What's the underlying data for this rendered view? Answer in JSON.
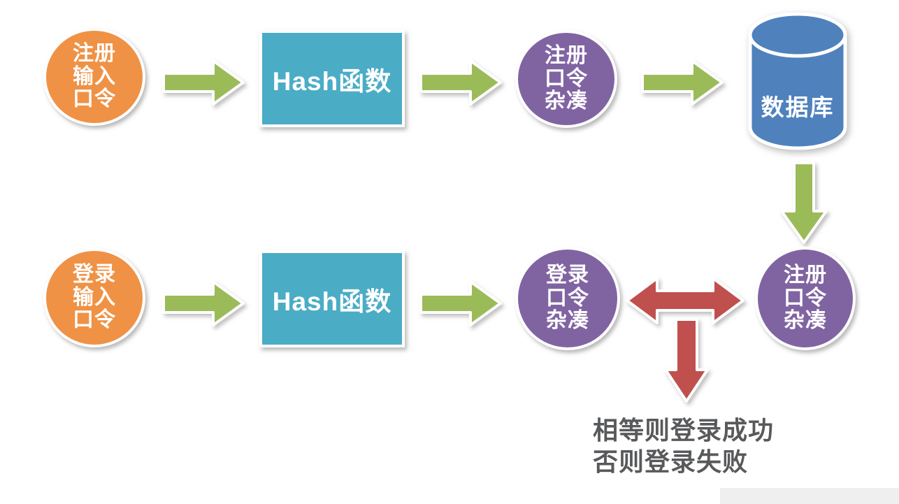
{
  "nodes": {
    "register_input": {
      "lines": [
        "注册",
        "输入",
        "口令"
      ],
      "color": "#EF9245"
    },
    "hash_top": {
      "label": "Hash函数",
      "color": "#4BACC6"
    },
    "register_hash": {
      "lines": [
        "注册",
        "口令",
        "杂凑"
      ],
      "color": "#8064A2"
    },
    "database": {
      "label": "数据库",
      "color": "#4F81BD"
    },
    "login_input": {
      "lines": [
        "登录",
        "输入",
        "口令"
      ],
      "color": "#EF9245"
    },
    "hash_bottom": {
      "label": "Hash函数",
      "color": "#4BACC6"
    },
    "login_hash": {
      "lines": [
        "登录",
        "口令",
        "杂凑"
      ],
      "color": "#8064A2"
    },
    "register_hash_stored": {
      "lines": [
        "注册",
        "口令",
        "杂凑"
      ],
      "color": "#8064A2"
    }
  },
  "colors": {
    "arrow_green": "#9BBB59",
    "arrow_red": "#C0504D",
    "node_outline": "#FFFFFF",
    "result_text": "#58595B"
  },
  "result": {
    "line1": "相等则登录成功",
    "line2": "否则登录失败"
  }
}
